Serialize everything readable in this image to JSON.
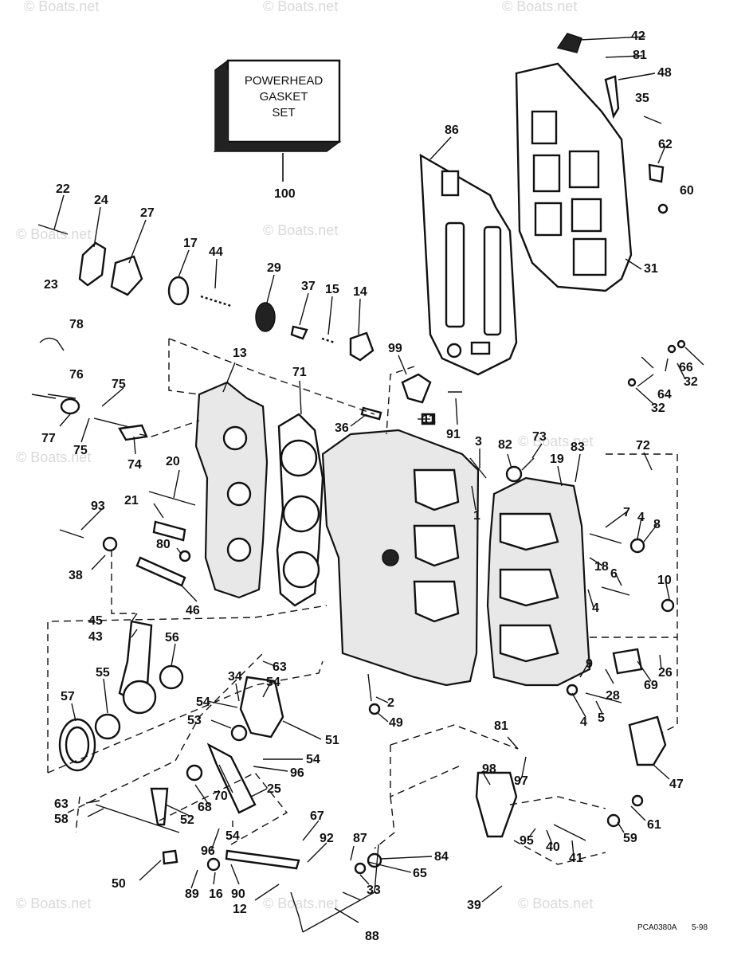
{
  "watermark": "© Boats.net",
  "kit_box": {
    "line1": "POWERHEAD",
    "line2": "GASKET",
    "line3": "SET",
    "ref": "100"
  },
  "drawing_code": "PCA0380A",
  "drawing_date": "5-98",
  "callouts": {
    "c1": "1",
    "c2": "2",
    "c3": "3",
    "c4a": "4",
    "c4b": "4",
    "c4c": "4",
    "c5": "5",
    "c6": "6",
    "c7": "7",
    "c8": "8",
    "c9": "9",
    "c10": "10",
    "c11": "11",
    "c12": "12",
    "c13": "13",
    "c14": "14",
    "c15": "15",
    "c16": "16",
    "c17": "17",
    "c18": "18",
    "c19": "19",
    "c20": "20",
    "c21": "21",
    "c22": "22",
    "c23": "23",
    "c24": "24",
    "c25": "25",
    "c26": "26",
    "c27": "27",
    "c28": "28",
    "c29": "29",
    "c31": "31",
    "c32a": "32",
    "c32b": "32",
    "c33": "33",
    "c34": "34",
    "c35": "35",
    "c36": "36",
    "c37": "37",
    "c38": "38",
    "c39": "39",
    "c40": "40",
    "c41": "41",
    "c42": "42",
    "c43": "43",
    "c44": "44",
    "c45": "45",
    "c46": "46",
    "c47": "47",
    "c48": "48",
    "c49": "49",
    "c50": "50",
    "c51": "51",
    "c52": "52",
    "c53": "53",
    "c54a": "54",
    "c54b": "54",
    "c54c": "54",
    "c54d": "54",
    "c55": "55",
    "c56": "56",
    "c57": "57",
    "c58": "58",
    "c59": "59",
    "c60": "60",
    "c61": "61",
    "c62": "62",
    "c63a": "63",
    "c63b": "63",
    "c64": "64",
    "c65": "65",
    "c66": "66",
    "c67": "67",
    "c68": "68",
    "c69": "69",
    "c70": "70",
    "c71": "71",
    "c72": "72",
    "c73": "73",
    "c74": "74",
    "c75a": "75",
    "c75b": "75",
    "c76": "76",
    "c77": "77",
    "c78": "78",
    "c80": "80",
    "c81a": "81",
    "c81b": "81",
    "c82": "82",
    "c83": "83",
    "c84": "84",
    "c86": "86",
    "c87": "87",
    "c88": "88",
    "c89": "89",
    "c90": "90",
    "c91": "91",
    "c92": "92",
    "c93": "93",
    "c95": "95",
    "c96a": "96",
    "c96b": "96",
    "c97": "97",
    "c98": "98",
    "c99": "99"
  }
}
